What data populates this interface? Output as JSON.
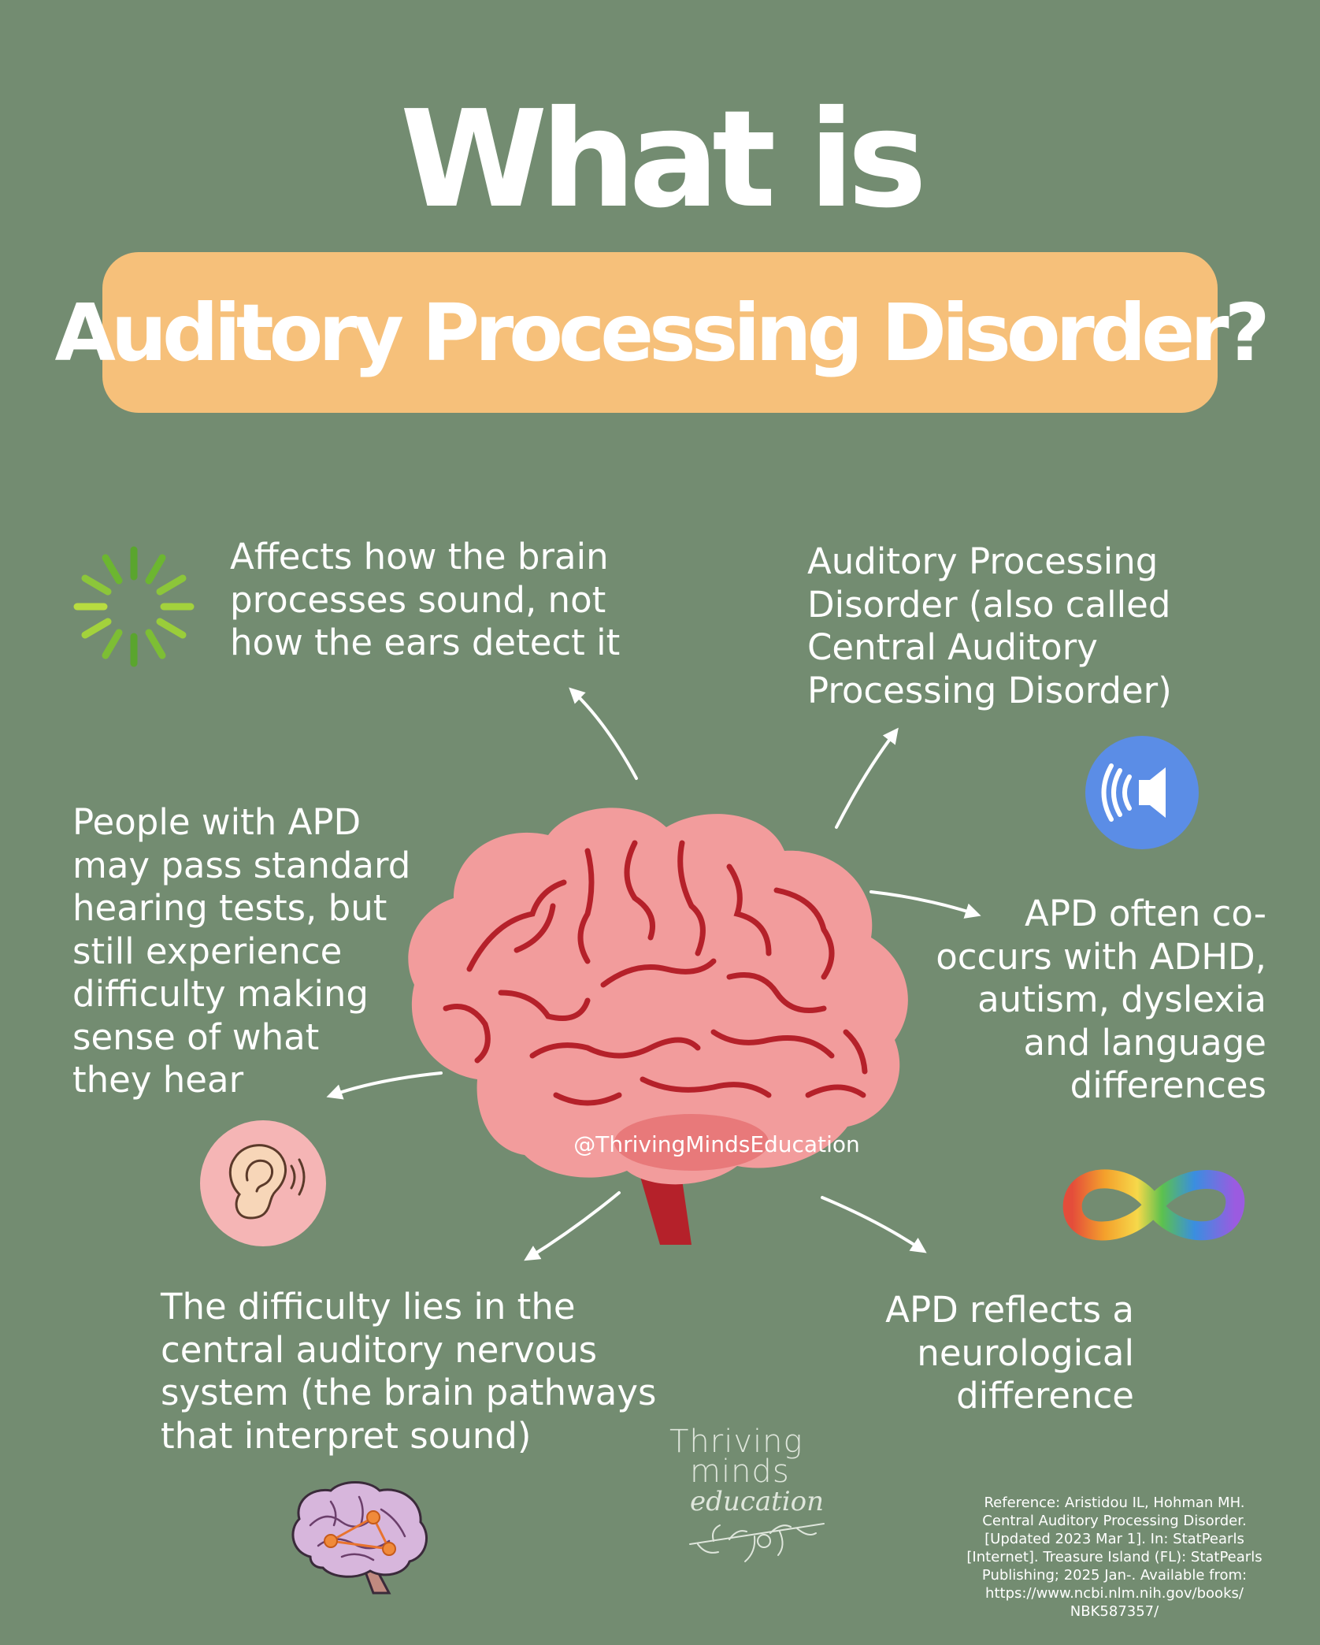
{
  "header": {
    "title": "What is",
    "banner": "Auditory Processing Disorder?"
  },
  "facts": {
    "brain_processing": "Affects how the brain\nprocesses sound, not\nhow the ears detect it",
    "also_called": "Auditory Processing\nDisorder (also called\nCentral Auditory\nProcessing Disorder)",
    "hearing_tests": "People with APD\nmay pass standard\nhearing tests, but\nstill experience\ndifficulty making\nsense of what\nthey hear",
    "co_occurs": "APD often co-\noccurs with ADHD,\nautism, dyslexia\nand language\ndifferences",
    "nervous_system": "The difficulty lies in the\ncentral auditory nervous\nsystem (the brain pathways\nthat interpret sound)",
    "neurological": "APD reflects a\nneurological\ndifference"
  },
  "watermark": "@ThrivingMindsEducation",
  "logo": {
    "line1": "Thriving",
    "line2": "minds",
    "line3": "education"
  },
  "reference": "Reference: Aristidou IL, Hohman MH.\nCentral Auditory Processing Disorder.\n[Updated 2023 Mar 1]. In: StatPearls\n[Internet]. Treasure Island (FL): StatPearls\nPublishing; 2025 Jan-.  Available from:\nhttps://www.ncbi.nlm.nih.gov/books/\nNBK587357/",
  "icons": {
    "loading": "loading-spinner-icon",
    "speaker": "speaker-sound-icon",
    "ear": "ear-icon",
    "infinity": "infinity-icon",
    "network_brain": "brain-network-icon",
    "central_brain": "brain-illustration"
  },
  "colors": {
    "background": "#738c71",
    "banner": "#f6c07a",
    "brain_pink": "#f29c9c",
    "brain_line": "#b5212a",
    "speaker_blue": "#5b8de6",
    "ear_pink": "#f5b5b5"
  }
}
